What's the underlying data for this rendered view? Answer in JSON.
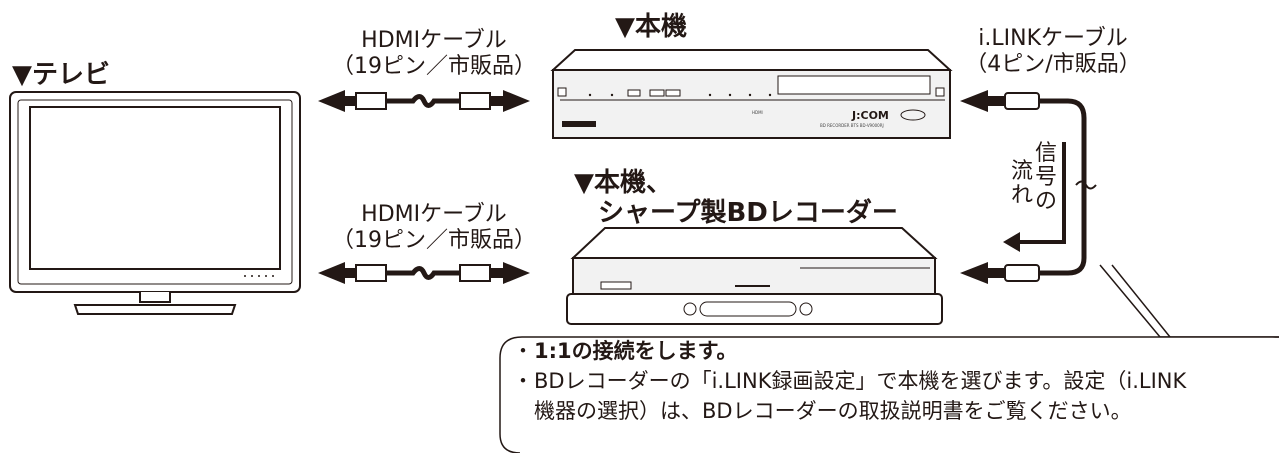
{
  "labels": {
    "tv": "▼テレビ",
    "unit": "▼本機",
    "recorder_line1": "▼本機、",
    "recorder_line2": "シャープ製BDレコーダー"
  },
  "cables": {
    "hdmi_top": {
      "line1": "HDMIケーブル",
      "line2": "（19ピン／市販品）"
    },
    "hdmi_bottom": {
      "line1": "HDMIケーブル",
      "line2": "（19ピン／市販品）"
    },
    "ilink": {
      "line1": "i.LINKケーブル",
      "line2": "（4ピン/市販品）"
    }
  },
  "signal_flow": {
    "col1": "流れ",
    "col2": "信号の"
  },
  "device_text": {
    "brand": "J:COM",
    "model": "BD RECORDER BTS BD-V9000RJ",
    "hdmi_port": "HDMI"
  },
  "notes": {
    "bullet": "・",
    "item1": "1:1の接続をします。",
    "item2_line1": "BDレコーダーの「i.LINK録画設定」で本機を選びます。設定（i.LINK",
    "item2_line2": "機器の選択）は、BDレコーダーの取扱説明書をご覧ください。"
  },
  "colors": {
    "ink": "#231815",
    "screen": "#ffffff",
    "device": "#f2f2f2"
  }
}
